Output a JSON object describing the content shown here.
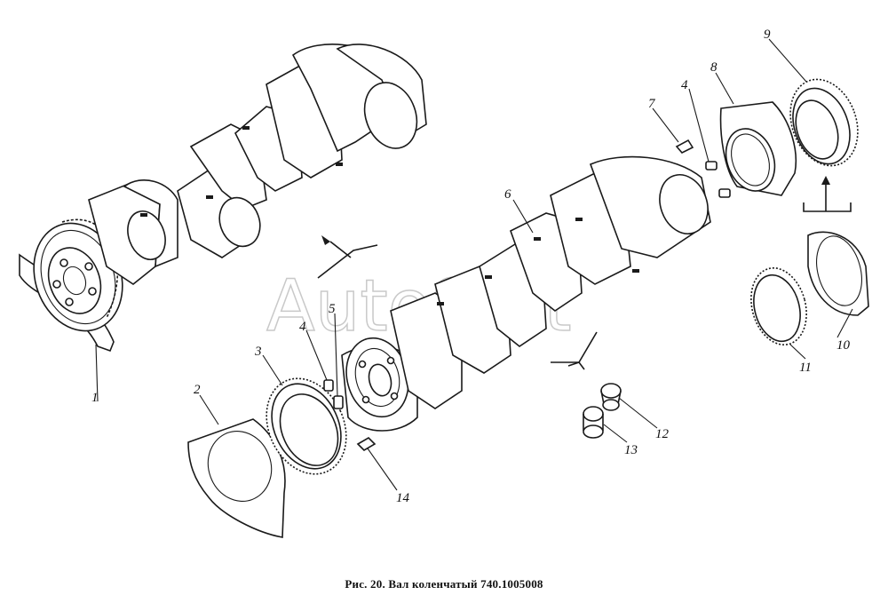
{
  "caption": "Рис. 20. Вал коленчатый 740.1005008",
  "watermark": "AutoSoft",
  "callouts": [
    {
      "id": "1",
      "text": "1"
    },
    {
      "id": "2",
      "text": "2"
    },
    {
      "id": "3",
      "text": "3"
    },
    {
      "id": "4a",
      "text": "4"
    },
    {
      "id": "4b",
      "text": "4"
    },
    {
      "id": "5",
      "text": "5"
    },
    {
      "id": "6",
      "text": "6"
    },
    {
      "id": "7",
      "text": "7"
    },
    {
      "id": "8",
      "text": "8"
    },
    {
      "id": "9",
      "text": "9"
    },
    {
      "id": "10",
      "text": "10"
    },
    {
      "id": "11",
      "text": "11"
    },
    {
      "id": "12",
      "text": "12"
    },
    {
      "id": "13",
      "text": "13"
    },
    {
      "id": "14",
      "text": "14"
    }
  ]
}
